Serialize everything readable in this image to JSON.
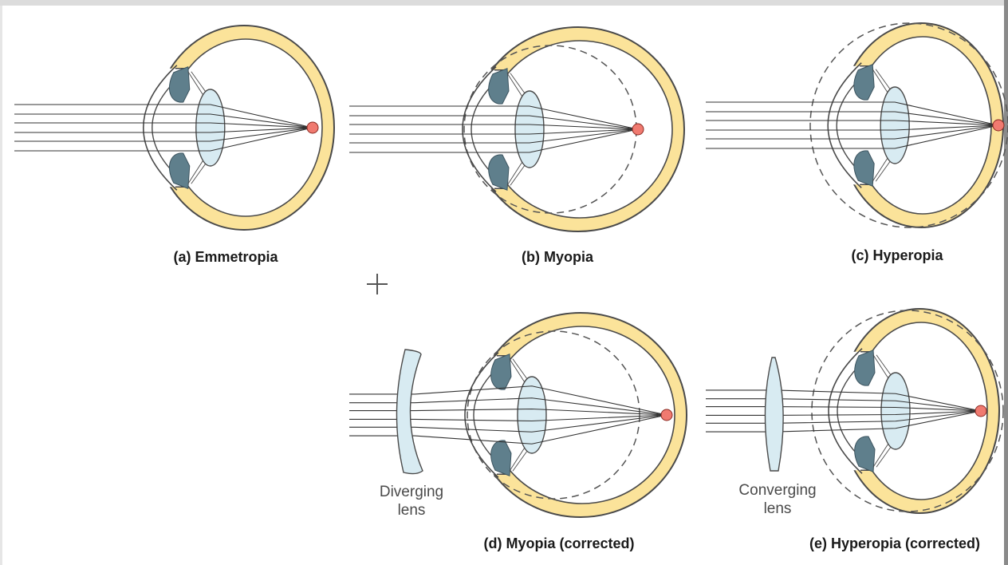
{
  "diagrams": [
    {
      "id": "emmetropia",
      "caption": "(a) Emmetropia",
      "lens": null
    },
    {
      "id": "myopia",
      "caption": "(b) Myopia",
      "lens": null
    },
    {
      "id": "hyperopia",
      "caption": "(c) Hyperopia",
      "lens": null
    },
    {
      "id": "myopia-corrected",
      "caption": "(d) Myopia (corrected)",
      "lens": {
        "type": "diverging",
        "label_line1": "Diverging",
        "label_line2": "lens"
      }
    },
    {
      "id": "hyperopia-corrected",
      "caption": "(e) Hyperopia (corrected)",
      "lens": {
        "type": "converging",
        "label_line1": "Converging",
        "label_line2": "lens"
      }
    }
  ],
  "colors": {
    "sclera": "#fbe39a",
    "sclera_stroke": "#4a4a4a",
    "lens": "#d8ebf2",
    "iris": "#5f7f8c",
    "focal_point": "#f07a70",
    "ray": "#333333",
    "dashed_retina": "#555555"
  },
  "icons": {
    "crosshair": "plus-crosshair-icon"
  }
}
